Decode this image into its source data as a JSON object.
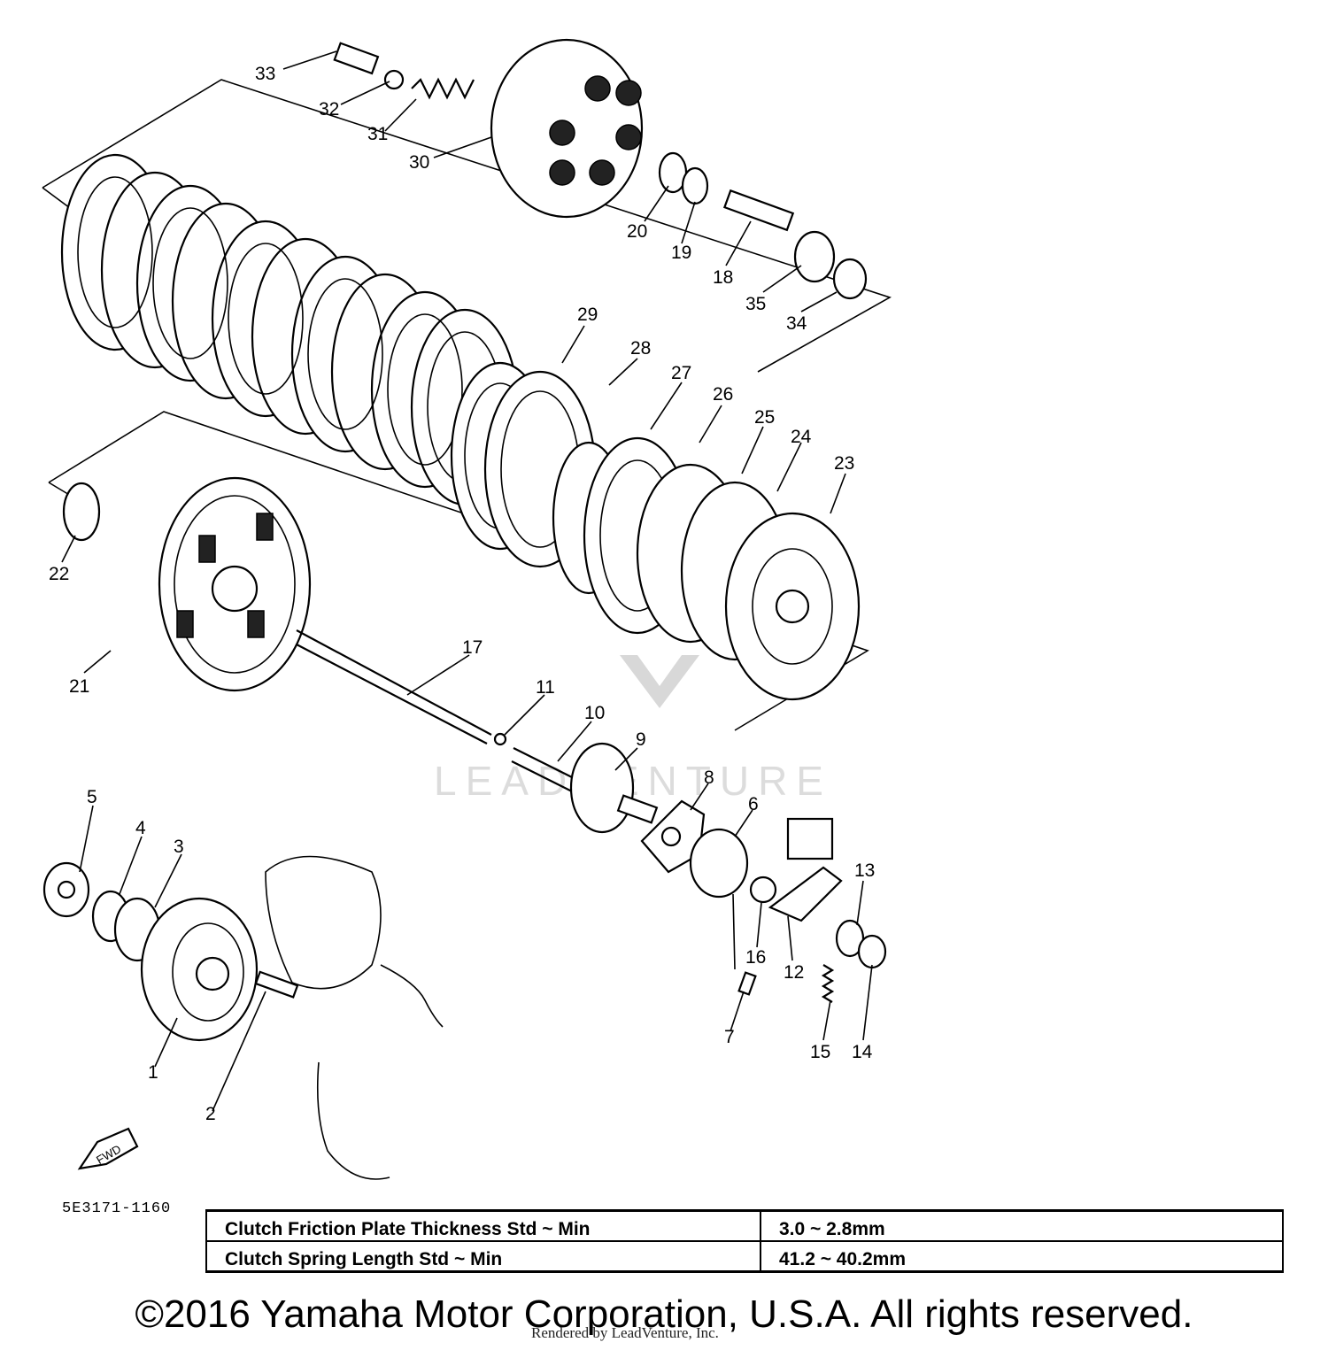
{
  "watermark": "LEADVENTURE",
  "fwd_label": "FWD",
  "diagram_code": "5E3171-1160",
  "part_labels": {
    "p1": "1",
    "p2": "2",
    "p3": "3",
    "p4": "4",
    "p5": "5",
    "p6": "6",
    "p7": "7",
    "p8": "8",
    "p9": "9",
    "p10": "10",
    "p11": "11",
    "p12": "12",
    "p13": "13",
    "p14": "14",
    "p15": "15",
    "p16": "16",
    "p17": "17",
    "p18": "18",
    "p19": "19",
    "p20": "20",
    "p21": "21",
    "p22": "22",
    "p23": "23",
    "p24": "24",
    "p25": "25",
    "p26": "26",
    "p27": "27",
    "p28": "28",
    "p29": "29",
    "p30": "30",
    "p31": "31",
    "p32": "32",
    "p33": "33",
    "p34": "34",
    "p35": "35"
  },
  "spec_table": [
    {
      "label": "Clutch Friction Plate Thickness Std ~ Min",
      "value": "3.0 ~ 2.8mm"
    },
    {
      "label": "Clutch Spring Length Std ~ Min",
      "value": "41.2 ~ 40.2mm"
    }
  ],
  "copyright": "©2016 Yamaha Motor Corporation, U.S.A. All rights reserved.",
  "rendered_by": "Rendered by LeadVenture, Inc."
}
